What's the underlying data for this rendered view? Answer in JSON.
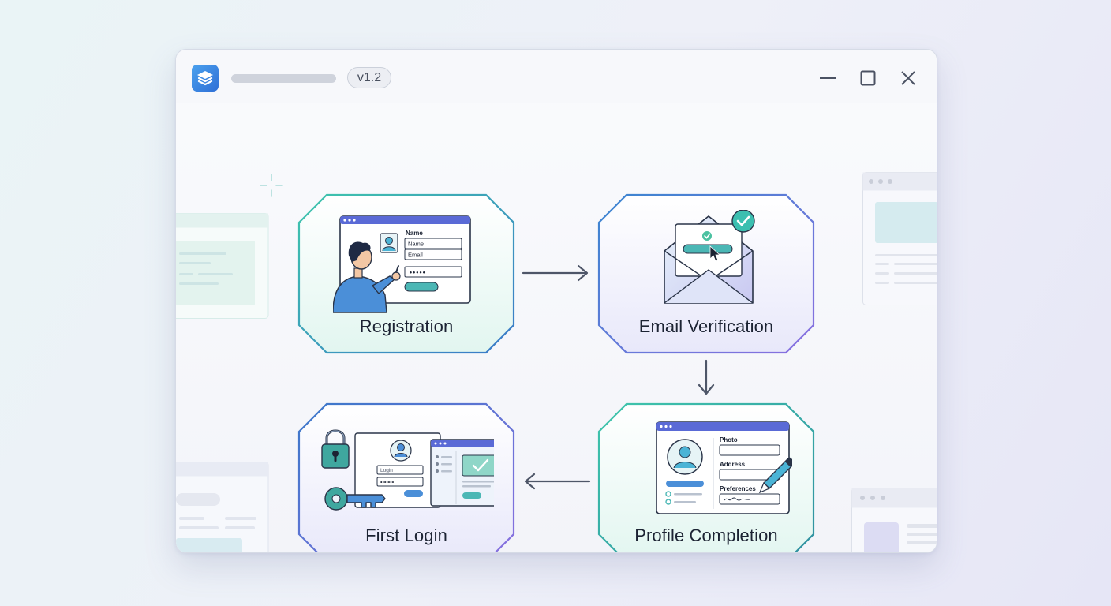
{
  "window": {
    "version": "v1.2",
    "controls": {
      "minimize_icon": "minus-icon",
      "maximize_icon": "square-icon",
      "close_icon": "x-icon"
    }
  },
  "flow": {
    "steps": [
      {
        "label": "Registration",
        "icon": "user-registration-form-icon",
        "form_labels": {
          "name": "Name",
          "name_field": "Name",
          "email_field": "Email",
          "password_mask": "•••••"
        }
      },
      {
        "label": "Email Verification",
        "icon": "envelope-verified-icon"
      },
      {
        "label": "Profile Completion",
        "icon": "profile-form-pen-icon",
        "form_labels": {
          "photo": "Photo",
          "address": "Address",
          "preferences": "Preferences"
        }
      },
      {
        "label": "First Login",
        "icon": "lock-key-login-icon",
        "form_labels": {
          "login_field": "Login",
          "password_mask": "•••••••"
        }
      }
    ]
  },
  "colors": {
    "accent_teal": "#3cb8a8",
    "accent_blue": "#3a78c9",
    "accent_purple": "#8a6fe0",
    "text_dark": "#1c2333"
  }
}
